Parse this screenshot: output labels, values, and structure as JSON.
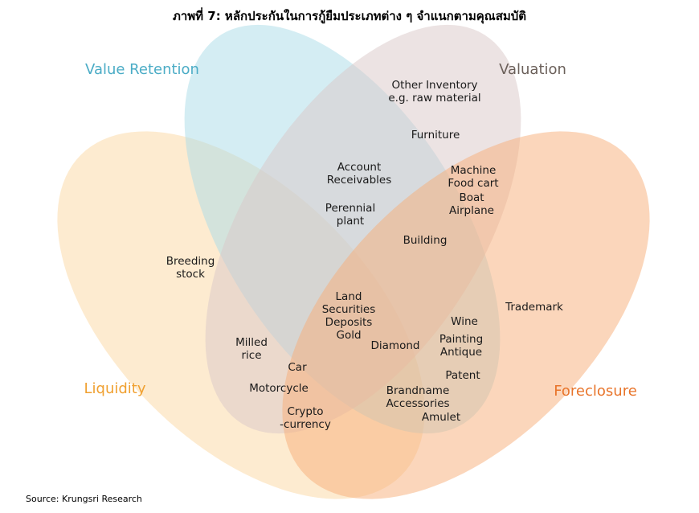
{
  "title": "ภาพที่ 7: หลักประกันในการกู้ยืมประเภทต่าง ๆ จำแนกตามคุณสมบัติ",
  "sets": [
    {
      "name": "Value Retention",
      "color": "#4BACC6",
      "fill": "#A9DCE8"
    },
    {
      "name": "Valuation",
      "color": "#6B605A",
      "fill": "#D9C8C8"
    },
    {
      "name": "Liquidity",
      "color": "#F0A030",
      "fill": "#FBDDB0"
    },
    {
      "name": "Foreclosure",
      "color": "#E8742A",
      "fill": "#F7AE78"
    }
  ],
  "items": [
    "Other Inventory\ne.g. raw material",
    "Furniture",
    "Account\nReceivables",
    "Machine\nFood cart",
    "Boat\nAirplane",
    "Perennial\nplant",
    "Building",
    "Breeding\nstock",
    "Trademark",
    "Land\nSecurities\nDeposits\nGold",
    "Wine",
    "Painting\nAntique",
    "Milled\nrice",
    "Diamond",
    "Car",
    "Patent",
    "Motorcycle",
    "Brandname\nAccessories",
    "Amulet",
    "Crypto\n-currency"
  ],
  "source": "Source: Krungsri Research"
}
